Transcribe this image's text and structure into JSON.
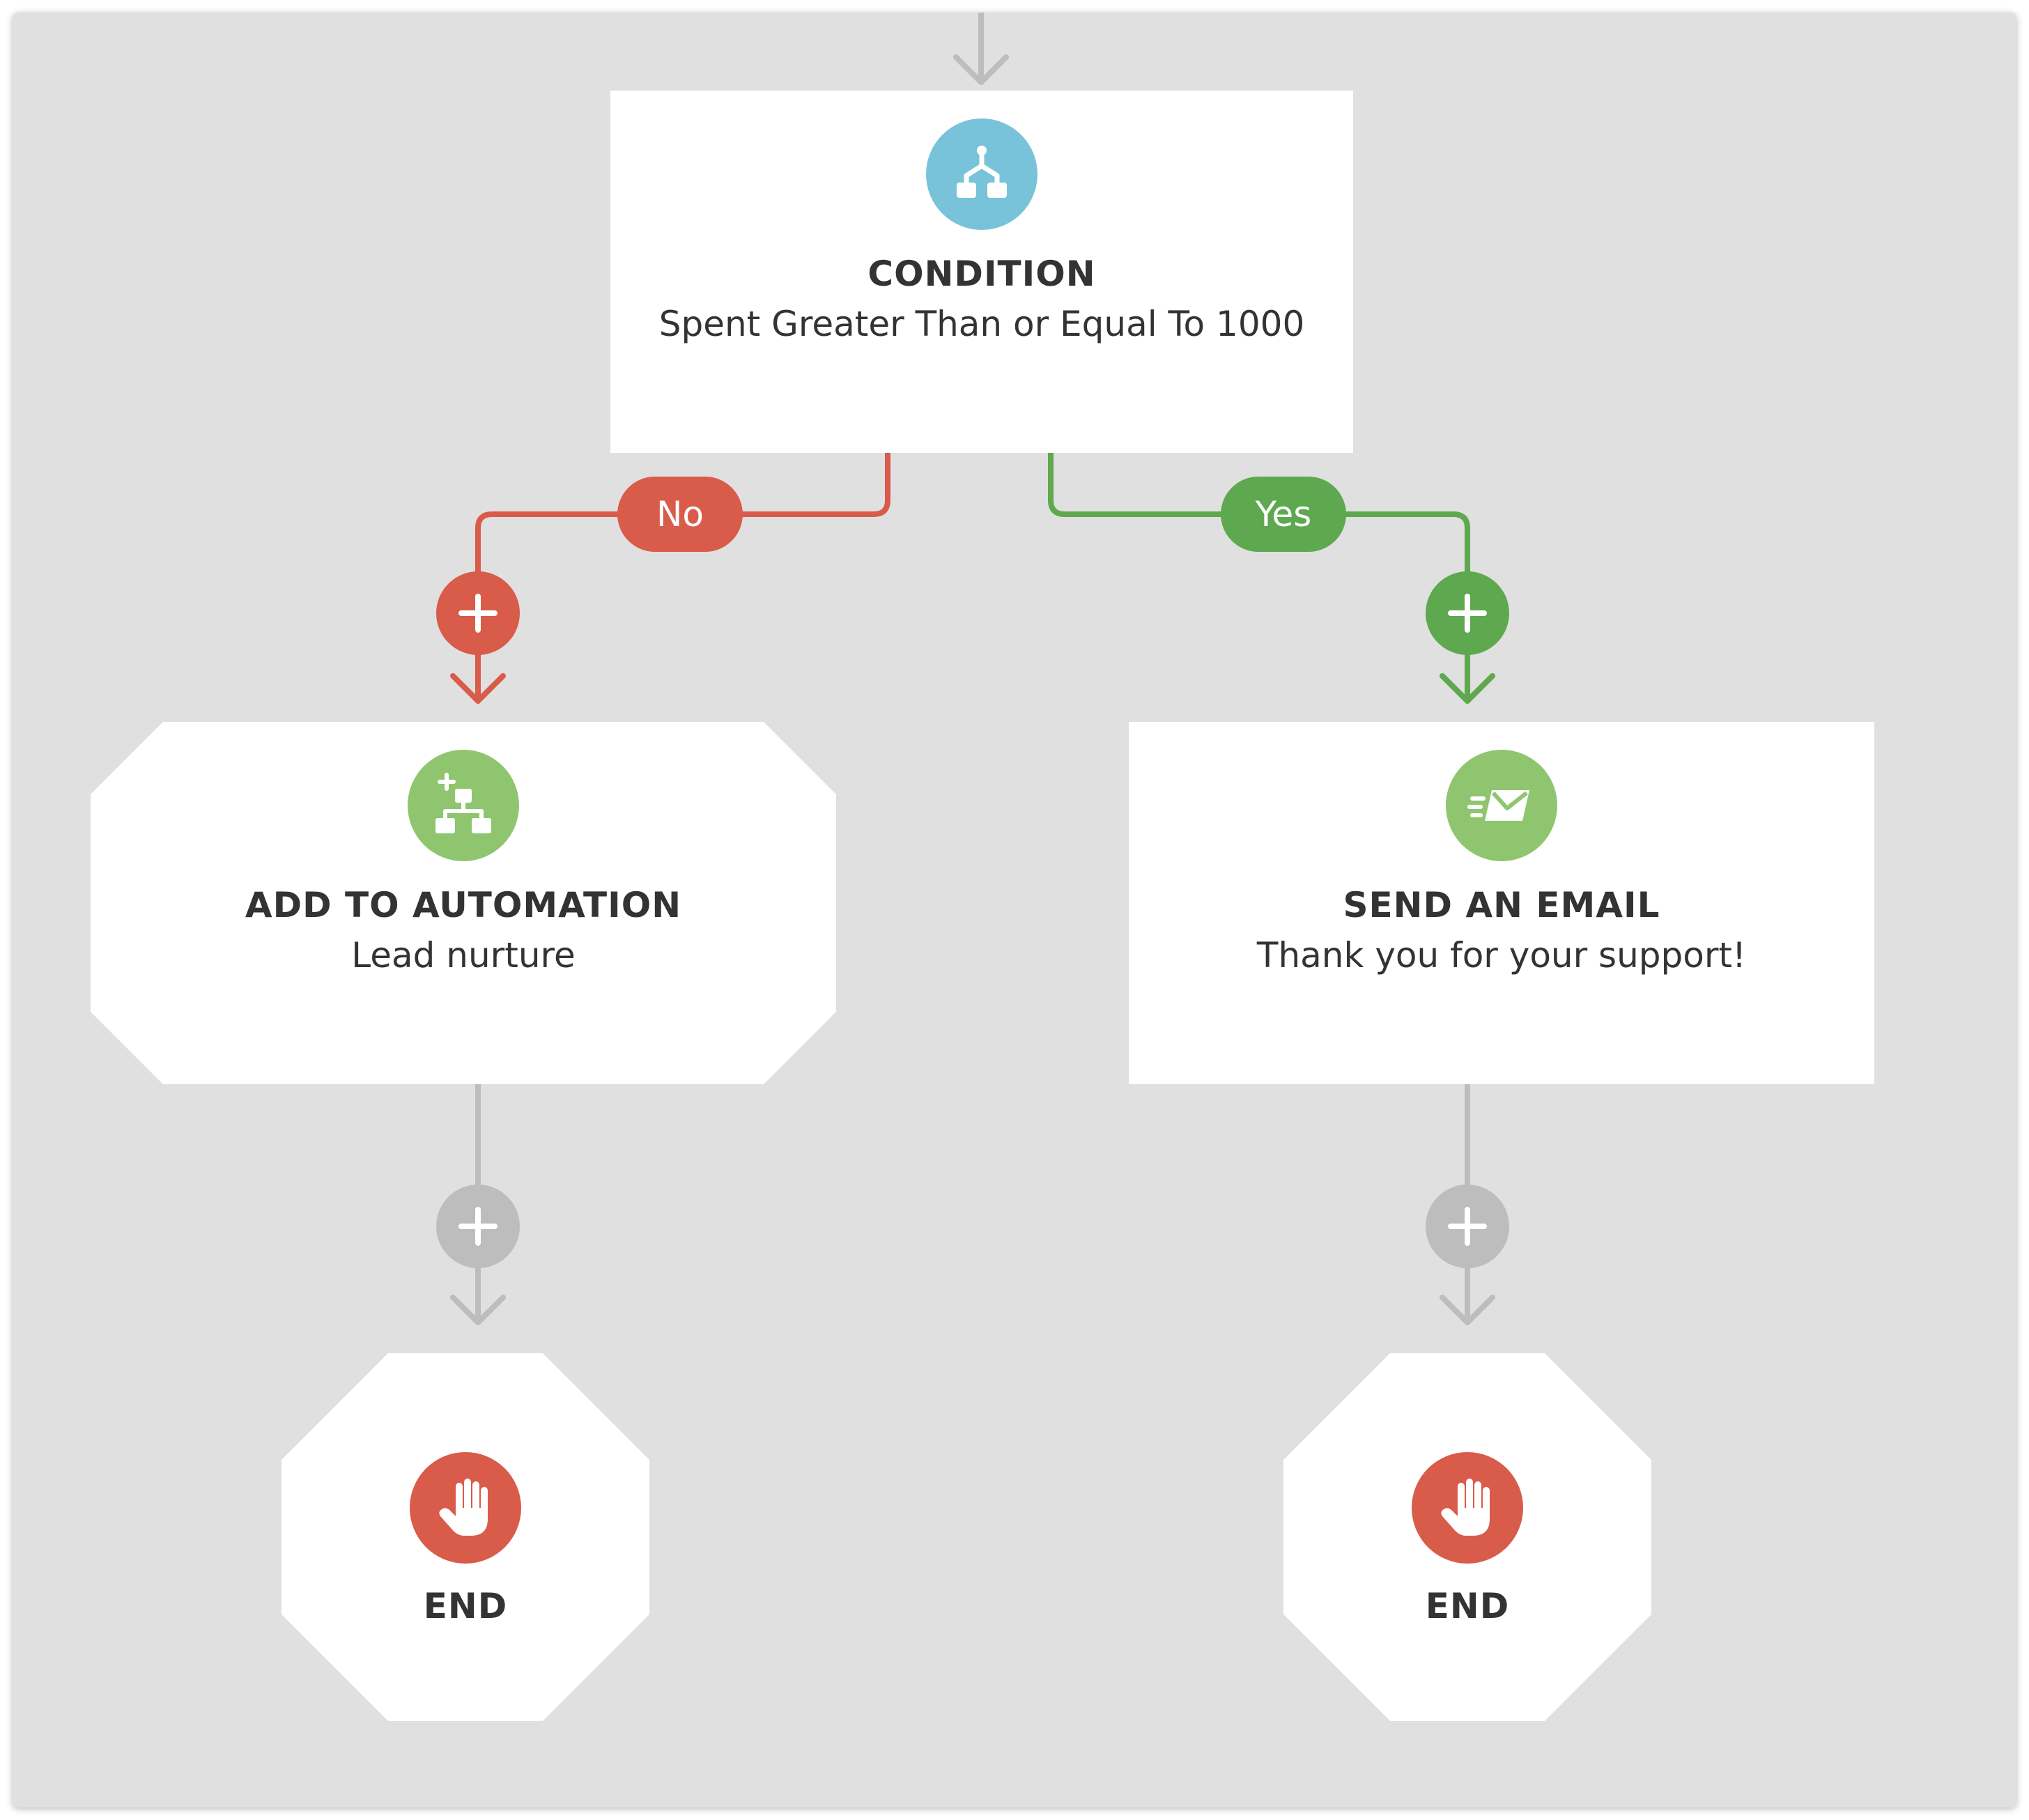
{
  "colors": {
    "canvas": "#e0e0e0",
    "connector_default": "#bdbdbd",
    "branch_no": "#d95b4a",
    "branch_yes": "#5ea84f",
    "condition_icon": "#79c3da",
    "action_icon": "#8fc56f",
    "end_icon": "#d95b4a"
  },
  "condition": {
    "icon": "split-icon",
    "title": "CONDITION",
    "subtitle": "Spent Greater Than or Equal To 1000"
  },
  "branches": {
    "no": {
      "label": "No"
    },
    "yes": {
      "label": "Yes"
    }
  },
  "no_branch_action": {
    "icon": "add-to-automation-icon",
    "title": "ADD TO AUTOMATION",
    "subtitle": "Lead nurture"
  },
  "yes_branch_action": {
    "icon": "send-email-icon",
    "title": "SEND AN EMAIL",
    "subtitle": "Thank you for your support!"
  },
  "end_nodes": [
    {
      "icon": "stop-hand-icon",
      "label": "END"
    },
    {
      "icon": "stop-hand-icon",
      "label": "END"
    }
  ],
  "add_step_icon": "plus-icon"
}
